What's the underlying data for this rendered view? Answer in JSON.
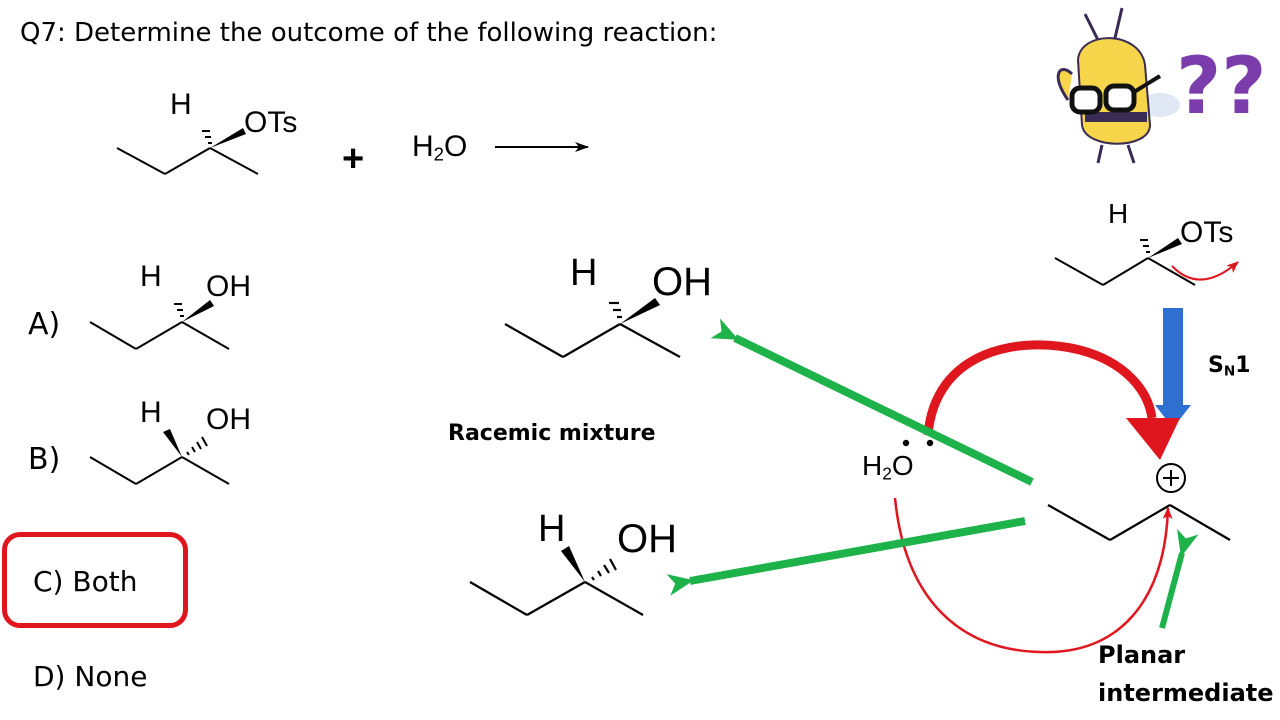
{
  "question": {
    "title": "Q7: Determine the outcome of the following reaction:"
  },
  "reaction": {
    "h_label": "H",
    "leaving_group": "OTs",
    "plus": "+",
    "water_h": "H",
    "water_sub": "2",
    "water_o": "O"
  },
  "options": {
    "a": {
      "label": "A)",
      "h": "H",
      "oh": "OH"
    },
    "b": {
      "label": "B)",
      "h": "H",
      "oh": "OH"
    },
    "c": {
      "label": "C) Both"
    },
    "d": {
      "label": "D) None"
    }
  },
  "mechanism": {
    "top_h": "H",
    "top_oh": "OH",
    "racemic": "Racemic mixture",
    "bottom_h": "H",
    "bottom_oh": "OH",
    "sub_h": "H",
    "sub_otf": "OTs",
    "sn_s": "S",
    "sn_sub": "N",
    "sn_num": "1",
    "nuc_h": "H",
    "nuc_sub": "2",
    "nuc_o": "O",
    "planar_1": "Planar",
    "planar_2": "intermediate",
    "question_marks": "??"
  },
  "colors": {
    "green_arrow": "#1db24a",
    "red_arrow": "#e0161e",
    "blue_arrow": "#2f6fd1",
    "mascot_purple": "#7a3dab",
    "mascot_yellow": "#f7d54a"
  }
}
